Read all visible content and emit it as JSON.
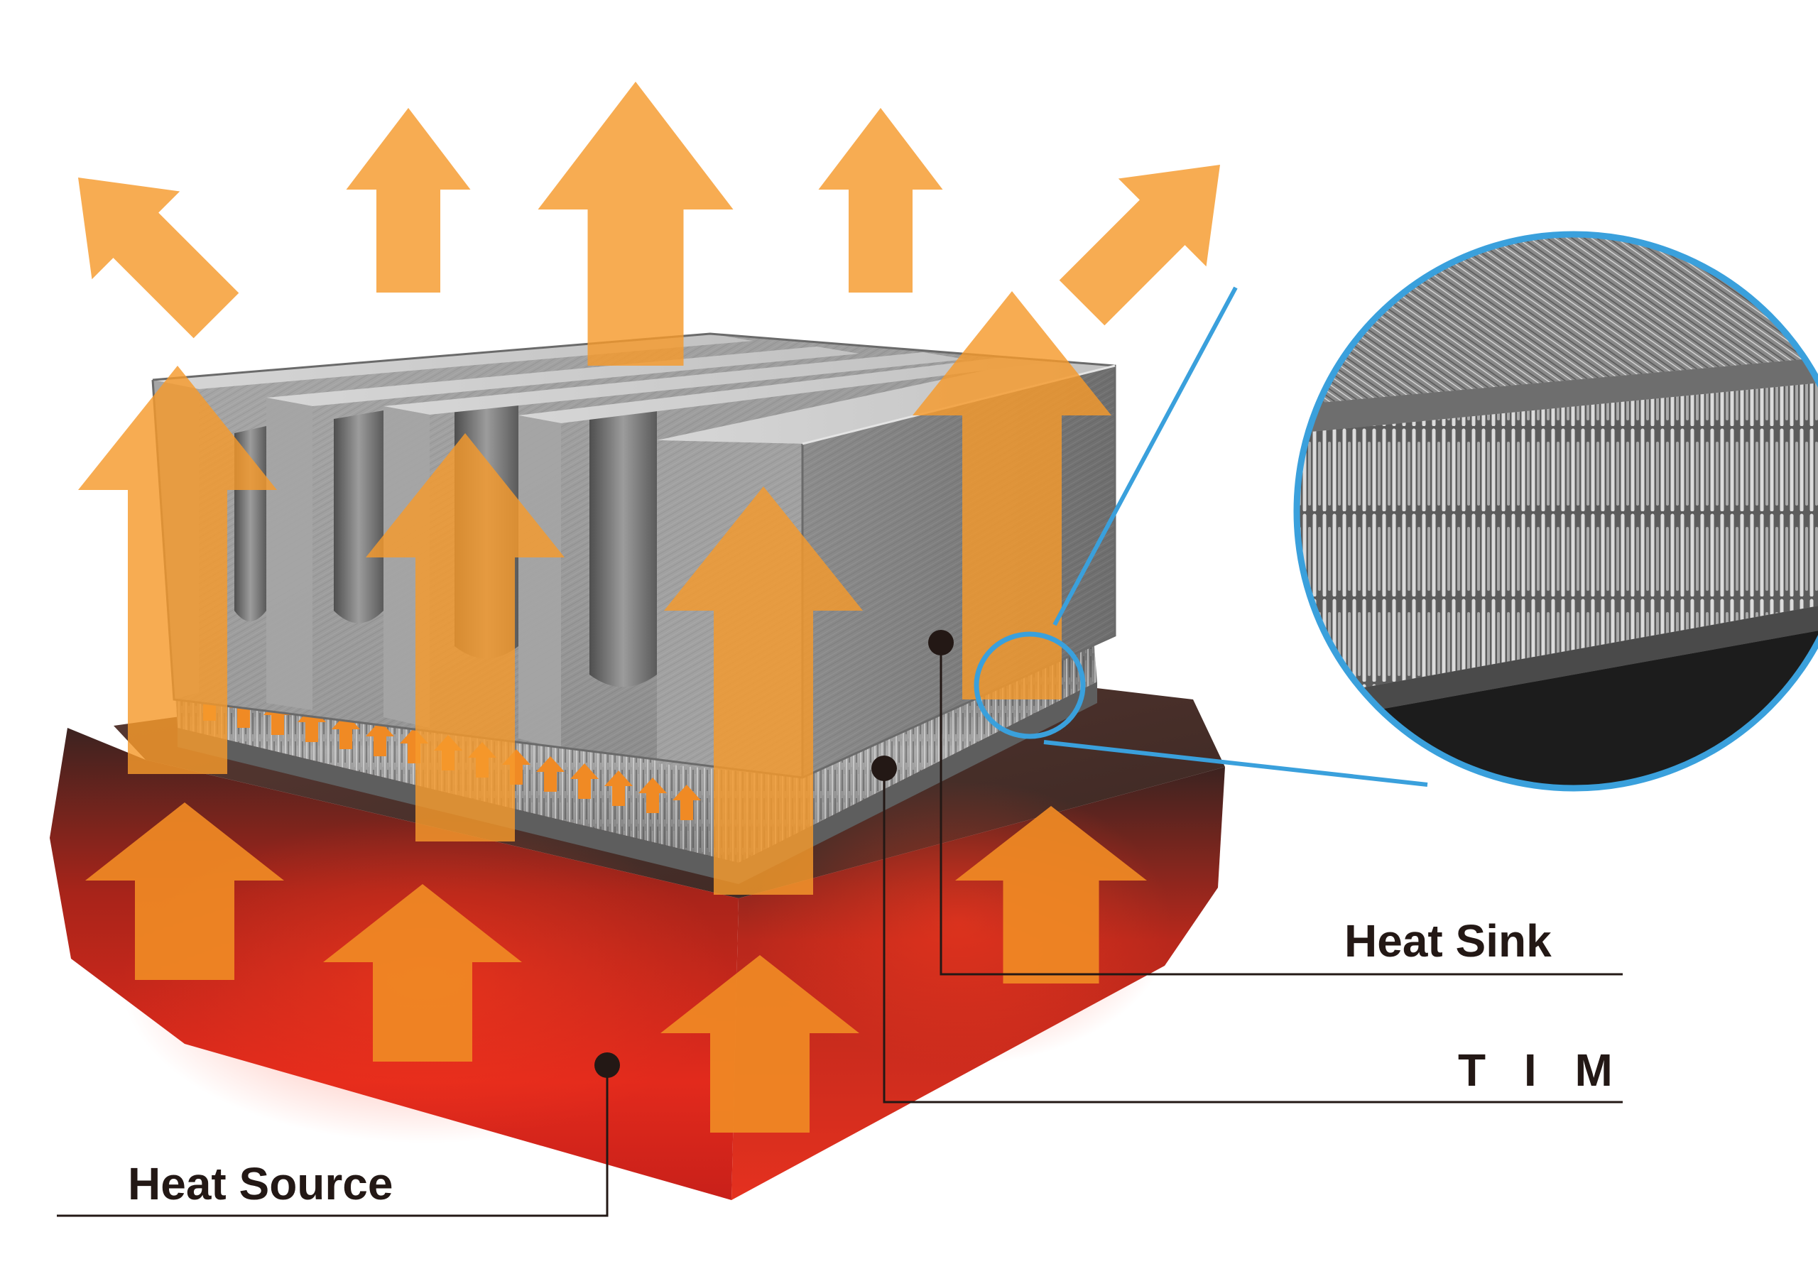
{
  "labels": {
    "heat_sink": "Heat Sink",
    "tim": "T I M",
    "heat_source": "Heat Source"
  },
  "colors": {
    "arrow": "#f59a2c",
    "arrow_solid": "#f08a24",
    "heat_source_top": "#4a2a24",
    "heat_source_hot": "#e0281c",
    "metal_light": "#b9b9b9",
    "metal_dark": "#7d7d7d",
    "tim_gray": "#8a8a8a",
    "magnifier_ring": "#3aa0dc",
    "leader_line": "#231815"
  },
  "icons": {
    "heat_flow": "up-arrow-icon",
    "zoom": "magnifier-icon",
    "callout_marker": "dot-icon"
  }
}
